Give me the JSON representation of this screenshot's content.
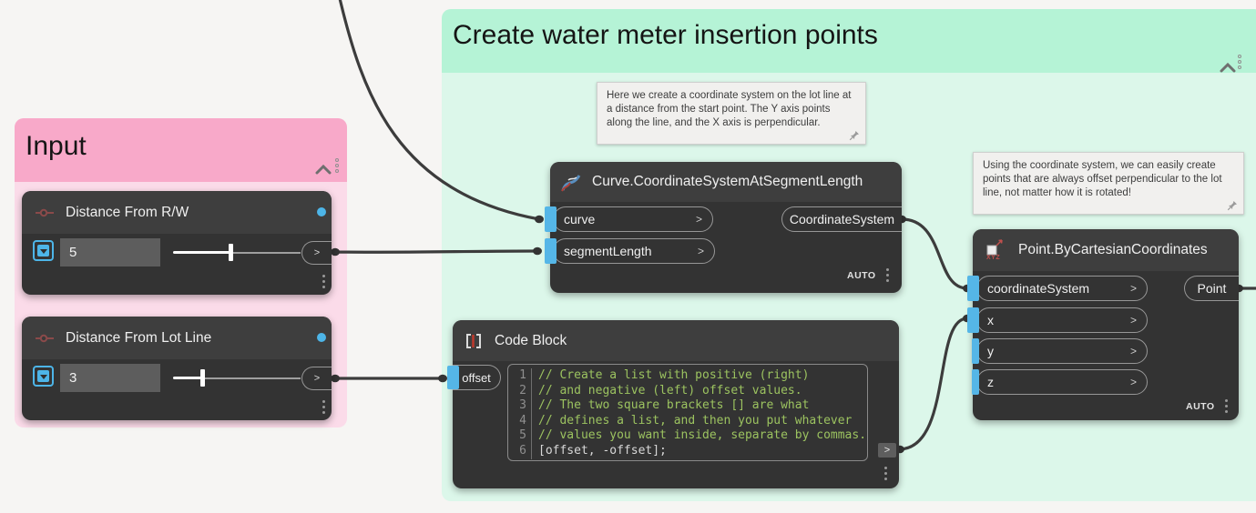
{
  "groups": {
    "water_meter": {
      "title": "Create water meter insertion points"
    },
    "input": {
      "title": "Input"
    }
  },
  "notes": {
    "coordinate_system_note": {
      "text": "Here we create a coordinate system on the lot line at a distance from the start point. The Y axis points along the line, and the X axis is perpendicular."
    },
    "offset_note": {
      "text": "Using the coordinate system, we can easily create points that are always offset perpendicular to the lot line, not matter how it is rotated!"
    }
  },
  "nodes": {
    "distance_from_rw": {
      "title": "Distance From R/W",
      "value": "5"
    },
    "distance_from_lot_line": {
      "title": "Distance From Lot Line",
      "value": "3"
    },
    "curve_coordinate_system": {
      "title": "Curve.CoordinateSystemAtSegmentLength",
      "inputs": {
        "curve": "curve",
        "segment_length": "segmentLength"
      },
      "output": "CoordinateSystem",
      "lacing": "AUTO"
    },
    "code_block": {
      "title": "Code Block",
      "input": "offset",
      "lines": [
        {
          "num": "1",
          "text": "// Create a list with positive (right)"
        },
        {
          "num": "2",
          "text": "// and negative (left) offset values."
        },
        {
          "num": "3",
          "text": "// The two square brackets [] are what"
        },
        {
          "num": "4",
          "text": "// defines a list, and then you put whatever"
        },
        {
          "num": "5",
          "text": "// values you want inside, separate by commas."
        },
        {
          "num": "6",
          "text": "[offset, -offset];"
        }
      ]
    },
    "point_by_cartesian": {
      "title": "Point.ByCartesianCoordinates",
      "inputs": {
        "coordinate_system": "coordinateSystem",
        "x": "x",
        "y": "y",
        "z": "z"
      },
      "output": "Point",
      "lacing": "AUTO"
    }
  },
  "icons": {
    "port_chevron": ">",
    "xyz_label": "XYZ"
  }
}
